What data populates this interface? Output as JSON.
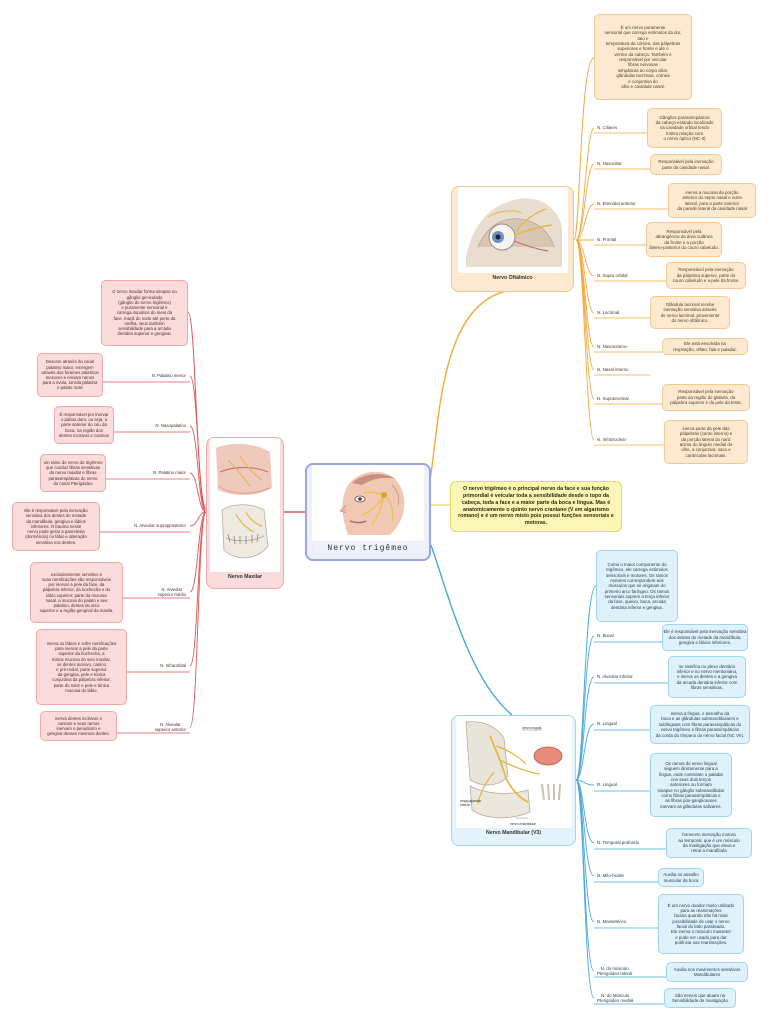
{
  "center": {
    "title": "Nervo trigêmeo"
  },
  "summary": "O nervo trigêmeo é o principal nervo da face e sua função primordial é veicular toda a sensibilidade desde o topo da cabeça, toda a face e a maior parte da boca e língua. Mas é anatomicamente o quinto nervo craniano (V em algarismo romano) e é um nervo misto pois possui funções sensoriais e motoras.",
  "colors": {
    "ophthalmic": "#f2a93b",
    "maxillary": "#e05555",
    "mandibular": "#48a8dc",
    "summary": "#fbf6b5"
  },
  "ophthalmic": {
    "title": "Nervo Oftálmico",
    "intro": "É um nervo puramente\nsensorial que carrega estímulos da dor,\ntato e\ntemperatura da córnea, das pálpebras\nsuperiores e fronte e até o\nvértice da cabeça. Também é\nresponsável por veicular\nfibras nervosas\nsimpáticas ao corpo ciliar,\nglândulas lacrimais, córnea\ne conjuntiva do\nolho e cavidade nasal.",
    "branches": [
      {
        "name": "N. Ciliares",
        "desc": "Gânglios parassimpáticos\nda cabeça estando localizado\nna cavidade orbital tendo\níntima relação com\no nervo óptico (NC-II)"
      },
      {
        "name": "N. Nasociliar",
        "desc": "Responsável pela inervação\nparte da cavidade nasal."
      },
      {
        "name": "N. Etmoidal anterior",
        "desc": "inerva a mucosa da porção\nanterior do septo nasal e sutra\nlateral, para a parte anterior\nda parede lateral da cavidade nasal"
      },
      {
        "name": "N. Frontal",
        "desc": "Responsável pela\nabrangência da área cutânea\nda fronte e a porção\nântero-posterior do couro cabeludo."
      },
      {
        "name": "N. Supra orbital",
        "desc": "Responsável pela inervação\nda pálpebra superior, parte do\ncouro cabeludo e a pele da fronte."
      },
      {
        "name": "N. Lacrimal",
        "desc": "Glândula lacrimal recebe\ninervação sensitiva através\ndo nervo lacrimal, proveniente\ndo nervo oftálmico."
      },
      {
        "name": "N. Nasoexterno",
        "desc": "Ele está envolvida na\nrespiração, olfato, fala e paladar."
      },
      {
        "name": "N. Nasal interno",
        "desc": ""
      },
      {
        "name": "N. Supratroclear",
        "desc": "Responsável pela inervação\nparte da região do glabela, da\npálpebra superior e da pele da testa."
      },
      {
        "name": "N. Infratroclear",
        "desc": "inerva parte da pele das\npálpebras (canto interno) e\nda porção lateral do nariz\nacima do ângulo medial do\nolho, a conjuntiva; saco e\ncarúnculas lacrimais."
      }
    ]
  },
  "maxillary": {
    "title": "Nervo Maxilar",
    "intro": "O nervo maxilar forma sinapse no\ngânglio geniculado\n(gânglio do nervo trigêmeo)\ne puramente sensorial e\ncarrega impulsos do meio da\nface, maçã do rosto até perto da\norelha, seus também\nsensibilidade para a arcada\ndentária superior e gengival.",
    "branches": [
      {
        "name": "N. Palatino menor",
        "desc": "Descem através do canal\npalatino maior, emergem\natravés dos forames palatinos\nmenores e enviam ramos\npara a úvula, tonsila palatina\ne palato mole"
      },
      {
        "name": "N. Nasopalatino",
        "desc": "É responsável por inervar\no palato duro, ou seja, a\nparte anterior do céu da\nboca, na região dos\ndentes incisivos e caninos"
      },
      {
        "name": "N. Palatino maior",
        "desc": "um ramo do nervo do trigêmeo\nque conduz fibras sensitivas\ndo nervo maxilar e fibras\nparassimpáticas do nervo\ndo canal Pterigóideo"
      },
      {
        "name": "N. Alveolar suprapposterior",
        "desc": "Ele é responsável pela inervação\nsensitiva dos dentes de metade\nda mandíbula, gengiva e lábios\ninferiores. O trauma nesse\nnervo pode gerar a parestesia\n(dormência) no lábio e alteração\nsensitiva nos dentes."
      },
      {
        "name": "N. Alveolar\nsuperior médio",
        "desc": "exclusivamente sensitivo e\nsuas ramificações são responsáveis\npor inervar a pele da face, da\npálpebra inferior, da bochecha e do\nlábio superior; parte da mucosa\nnasal, a mucosa do palato e seu\npalatino, dentes do arco\nsuperior e a região gengival da maxila."
      },
      {
        "name": "N. Infraorbital",
        "desc": "inerva os lábios e sofre ramificações\npara inervar a pele da parte\nsuperior da bochecha, a\ntúnica mucosa do seio maxilar,\nos dentes incisivo, canino\ne pré-molar, parte superior\nda gengiva, pele e túnica\nconjuntiva da pálpebra inferior,\nparte do nariz e pele e túnica\nmucosa do lábio."
      },
      {
        "name": "N. Alveolar\nsuperior anterior",
        "desc": "inerva dentes incisivos e\ncaninos e seus ramos\ninervam o periodonto e\ngengiva desses mesmos dentes."
      }
    ]
  },
  "mandibular": {
    "title": "Nervo Mandibular (V3)",
    "intro": "Como o maior componente do\ntrigêmeo, ele carrega estímulos\nsensoriais e motores. Os ramos\nmotores correspondem aos\nmúsculos que se originam do\nprimeiro arco faríngeo. Os ramos\nsensoriais suprem a terça inferior\nda face, queixo, boca, arcada\ndentária inferior e gengiva.",
    "image_labels": [
      "nervo lingual",
      "nervo alveolar inferior",
      "nervo mandibular"
    ],
    "branches": [
      {
        "name": "N. Bucal",
        "desc": "Ele é responsável pela inervação sensitiva\ndos dentes de metade da mandíbula,\ngengiva e lábios inferiores."
      },
      {
        "name": "N. Alveolar inferior",
        "desc": "se ramifica no plexo dentário\ninferior e no nervo mentoniano,\ne inerva os dentes e a gengiva\nda arcada dentária inferior com\nfibras sensitivas."
      },
      {
        "name": "N. Lingual",
        "desc": "inerva a língua, o assoalho da\nboca e as glândulas submandibulares e\nsublinguais com fibras parassimpáticas do\nnervo trigêmeo e fibras parassimpáticas\nda corda do tímpano do nervo facial (NC VII)."
      },
      {
        "name": "R. Lingual",
        "desc": "Os ramos do nervo lingual\nseguem diretamente para a\nlíngua, onde controlam o paladar\nnos seus dois terços\nanteriores ou formam\nsinapse no gânglio submandibular\ncomo fibras parassimpáticas e\nas fibras pós-ganglionares\ninervam as glândulas salivares."
      },
      {
        "name": "N. Temporal profundo",
        "desc": "fornecem inervação motora\nao temporal, que é um músculo\nda mastigação que eleva e\nretrai a mandíbula"
      },
      {
        "name": "N. Milo-hioide",
        "desc": "Auxilia no assalho\nmuscular da boca"
      },
      {
        "name": "N. Massetérico",
        "desc": "É um nervo doador muito utilizado\npara as reanimações\nfaciais quando não há mais\npossibilidade de usar o nervo\nfacial do lado paralisado.\nEle inerva o músculo masseter\ne pode ser usado para dar\npotência nas reanimações."
      },
      {
        "name": "N. do músculo\nPterigóideo lateral",
        "desc": "Auxilia nos movimentos sensitivos\nMandibulares"
      },
      {
        "name": "N. do Músculo\nPterigóideo medial",
        "desc": "São nervos que atuam na\nSensibilidade de mastigação"
      }
    ]
  }
}
